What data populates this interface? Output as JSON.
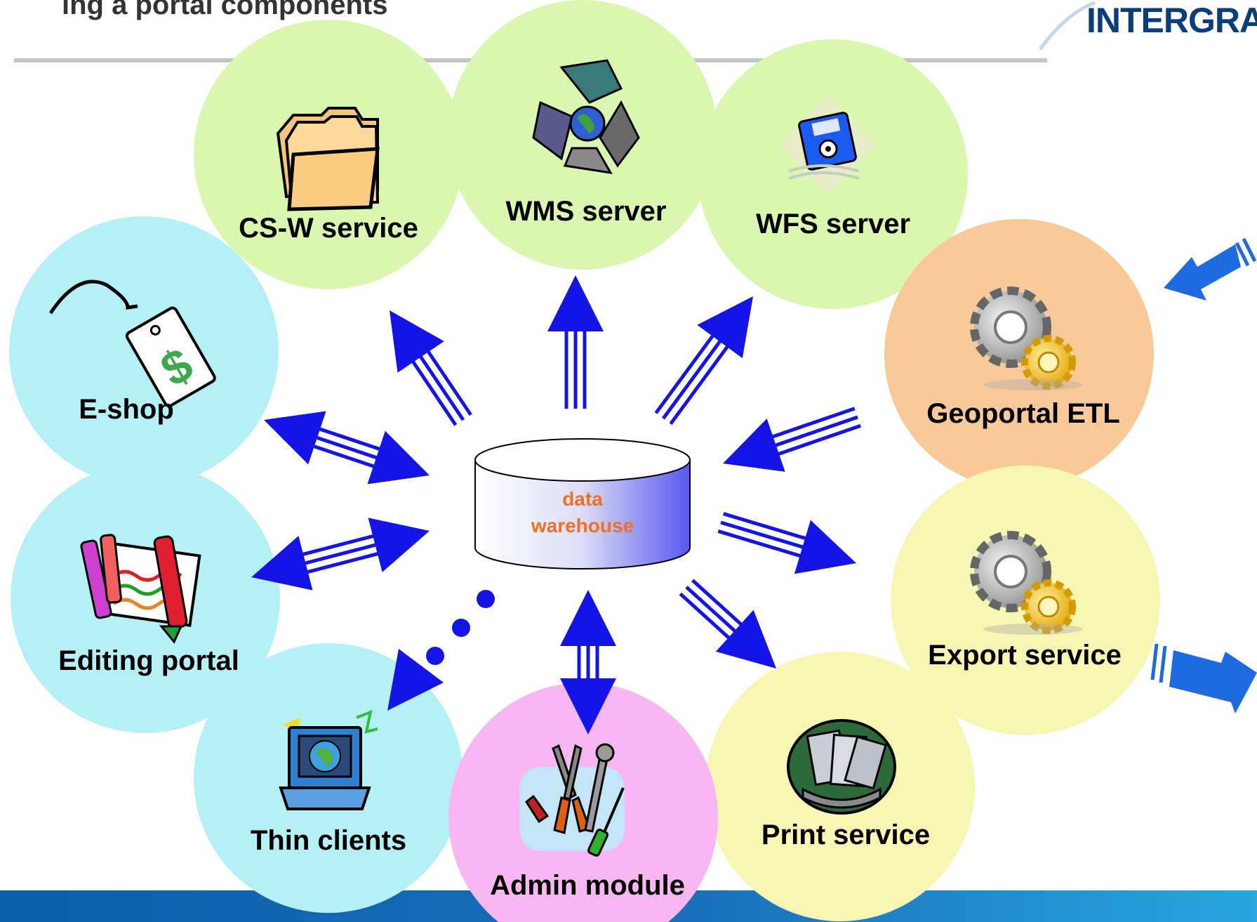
{
  "header": {
    "title_fragment": "ing a portal components",
    "brand_text": "INTERGRAPH"
  },
  "center": {
    "line1": "data",
    "line2": "warehouse"
  },
  "nodes": {
    "csw": "CS-W service",
    "wms": "WMS server",
    "wfs": "WFS server",
    "eshop": "E-shop",
    "geoportal_etl": "Geoportal ETL",
    "editing": "Editing portal",
    "export": "Export service",
    "thin": "Thin clients",
    "admin": "Admin module",
    "print": "Print service"
  },
  "colors": {
    "green_node": "#daf7b0",
    "cyan_node": "#b6f0f7",
    "orange_node": "#f9c99a",
    "yellow_node": "#f7f6b3",
    "pink_node": "#f8b6f2",
    "arrow_blue": "#1414e6",
    "side_arrow_blue": "#1e6ae0",
    "warehouse_text": "#f07020",
    "footer_band": "#1a6fb8"
  },
  "icons": {
    "csw": "folder-icon",
    "wms": "recycle-globe-icon",
    "wfs": "floppy-disk-icon",
    "eshop": "price-tag-icon",
    "geoportal_etl": "gears-icon",
    "editing": "crayons-icon",
    "export": "gears-icon",
    "thin": "computer-globe-icon",
    "admin": "tools-icon",
    "print": "printed-pages-icon"
  }
}
